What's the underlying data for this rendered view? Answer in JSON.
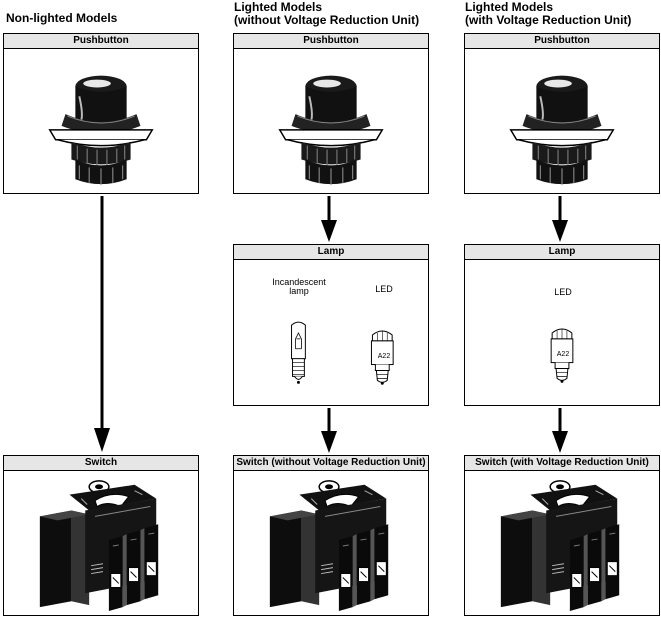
{
  "columns": [
    {
      "title_line1": "Non-lighted Models",
      "title_line2": ""
    },
    {
      "title_line1": "Lighted Models",
      "title_line2": "(without Voltage Reduction Unit)"
    },
    {
      "title_line1": "Lighted Models",
      "title_line2": "(with Voltage Reduction Unit)"
    }
  ],
  "boxes": {
    "pushbutton_1": "Pushbutton",
    "pushbutton_2": "Pushbutton",
    "pushbutton_3": "Pushbutton",
    "lamp_2": "Lamp",
    "lamp_3": "Lamp",
    "switch_1": "Switch",
    "switch_2": "Switch (without Voltage Reduction Unit)",
    "switch_3": "Switch (with Voltage Reduction Unit)"
  },
  "lamp_labels": {
    "incandescent_line1": "Incandescent",
    "incandescent_line2": "lamp",
    "led_2": "LED",
    "led_3": "LED",
    "led_marking": "A22"
  },
  "icons": [
    "pushbutton-icon",
    "incandescent-lamp-icon",
    "led-lamp-icon",
    "switch-icon",
    "arrow-down-icon"
  ]
}
